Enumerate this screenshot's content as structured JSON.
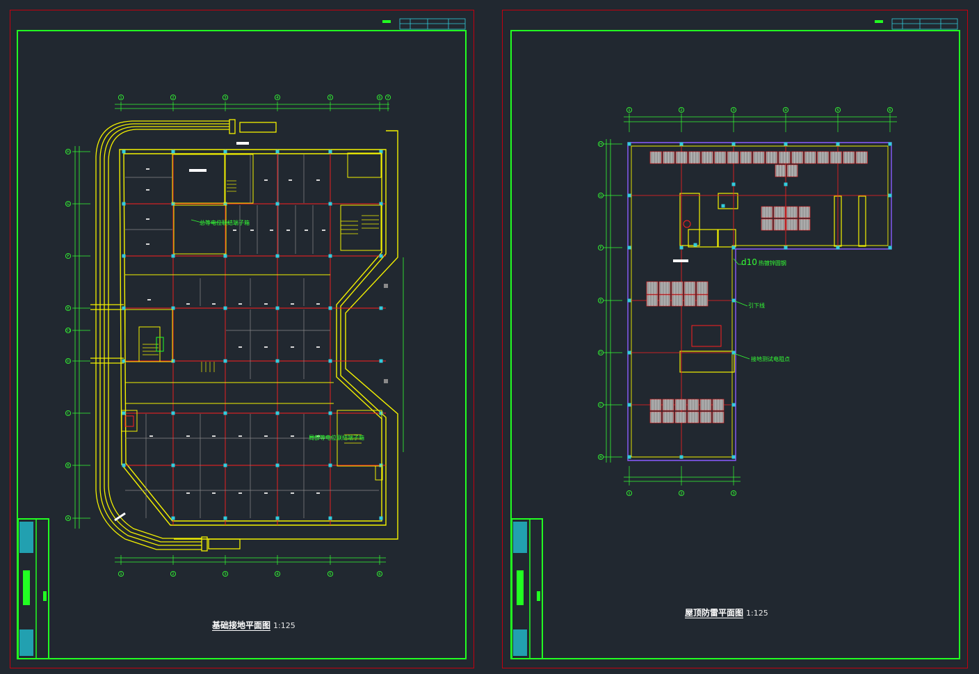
{
  "sheets": [
    {
      "id": "foundation-grounding",
      "title": "基础接地平面图",
      "scale": "1:125",
      "grid_top": [
        "1",
        "2",
        "3",
        "4",
        "5",
        "6",
        "7"
      ],
      "grid_bottom": [
        "1",
        "2",
        "3",
        "4",
        "5",
        "6"
      ],
      "grid_left": [
        "H",
        "G",
        "F",
        "E",
        "D1",
        "D",
        "C",
        "B",
        "A"
      ],
      "annotations": [
        "总等电位联结端子箱",
        "局部等电位联结端子箱"
      ]
    },
    {
      "id": "roof-lightning",
      "title": "屋顶防雷平面图",
      "scale": "1:125",
      "grid_top": [
        "1",
        "2",
        "3",
        "4",
        "5",
        "6"
      ],
      "grid_bottom": [
        "1",
        "2",
        "3"
      ],
      "grid_left": [
        "H",
        "G",
        "F",
        "E",
        "D",
        "C",
        "B"
      ],
      "annotation_main": "d10",
      "annotation_main_suffix": "热镀锌圆钢",
      "annotations": [
        "引下线",
        "接地测试电阻点"
      ]
    }
  ],
  "colors": {
    "background": "#212830",
    "sheet_border": "#c4000f",
    "frame": "#22ff22",
    "wall": "#f4f200",
    "grid_line": "#ff2020",
    "column": "#33ccdd",
    "dim_line": "#33ff33",
    "text": "#ffffff",
    "roof_edge": "#8a5cff"
  }
}
